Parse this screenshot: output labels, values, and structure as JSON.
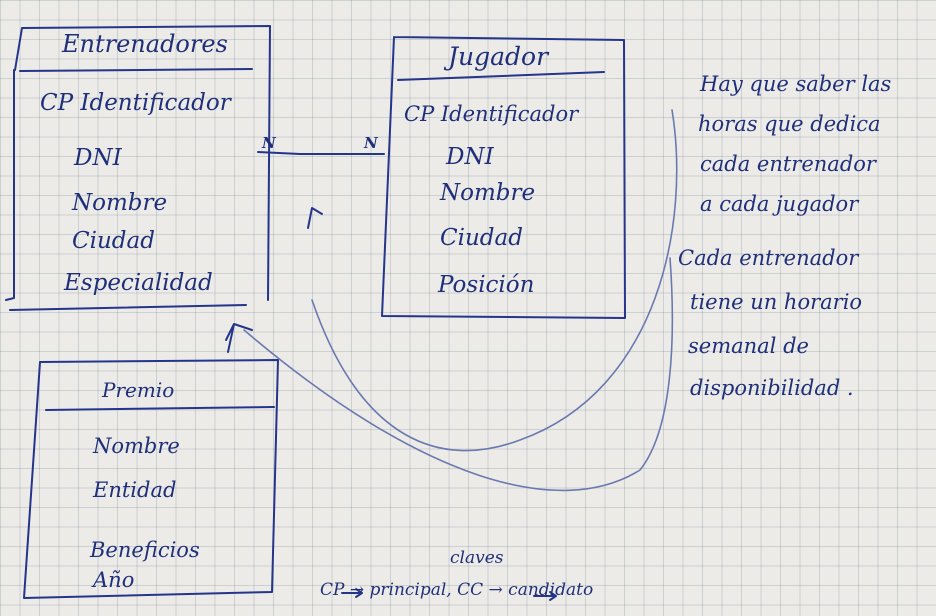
{
  "entities": {
    "entrenadores": {
      "title": "Entrenadores",
      "attributes": [
        "CP Identificador",
        "DNI",
        "Nombre",
        "Ciudad",
        "Especialidad"
      ]
    },
    "jugador": {
      "title": "Jugador",
      "attributes": [
        "CP Identificador",
        "DNI",
        "Nombre",
        "Ciudad",
        "Posición"
      ]
    },
    "premio": {
      "title": "Premio",
      "attributes": [
        "Nombre",
        "Entidad",
        "Beneficios",
        "Año"
      ]
    }
  },
  "relationship": {
    "left_cardinality": "N",
    "right_cardinality": "N"
  },
  "notes": [
    [
      "Hay que saber las",
      "horas que dedica",
      "cada entrenador",
      "a cada jugador"
    ],
    [
      "Cada entrenador",
      "tiene un horario",
      "semanal de",
      "disponibilidad ."
    ]
  ],
  "legend": {
    "title": "claves",
    "line": "CP → principal,   CC → candidato"
  },
  "ink_color": "#1f2f7a"
}
